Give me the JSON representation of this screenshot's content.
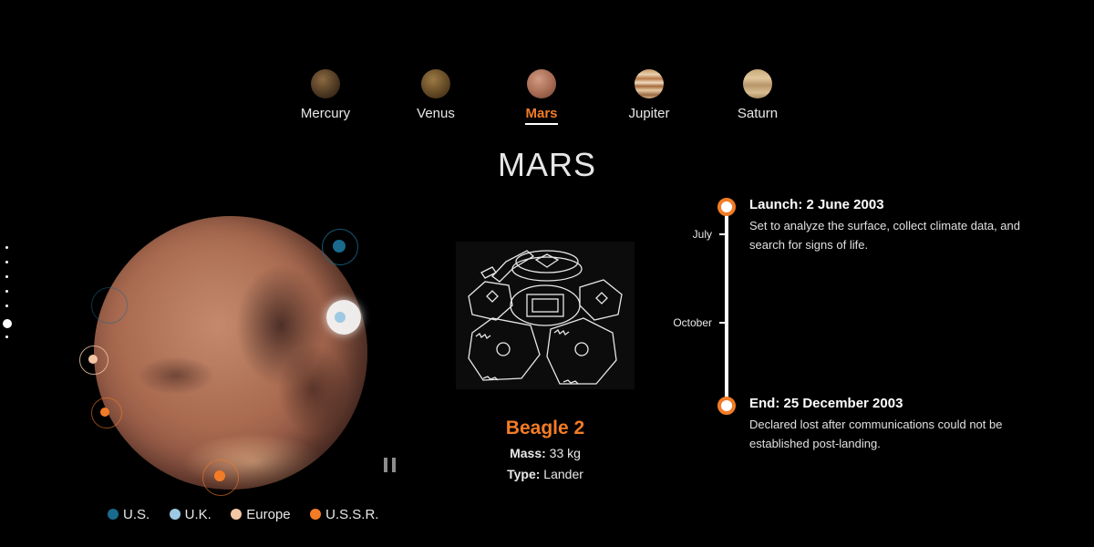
{
  "planet_nav": [
    {
      "label": "Mercury",
      "active": false
    },
    {
      "label": "Venus",
      "active": false
    },
    {
      "label": "Mars",
      "active": true
    },
    {
      "label": "Jupiter",
      "active": false
    },
    {
      "label": "Saturn",
      "active": false
    }
  ],
  "page_title": "MARS",
  "colors": {
    "accent": "#f27c26",
    "us": "#1a6a8e",
    "uk": "#9dc9e5",
    "europe": "#f3c7a5",
    "ussr": "#f27c26"
  },
  "legend": [
    {
      "label": "U.S.",
      "color": "#1a6a8e"
    },
    {
      "label": "U.K.",
      "color": "#9dc9e5"
    },
    {
      "label": "Europe",
      "color": "#f3c7a5"
    },
    {
      "label": "U.S.S.R.",
      "color": "#f27c26"
    }
  ],
  "spacecraft": {
    "name": "Beagle 2",
    "mass_label": "Mass:",
    "mass_value": "33 kg",
    "type_label": "Type:",
    "type_value": "Lander",
    "image_icon": "lander-diagram"
  },
  "timeline": {
    "start": {
      "title": "Launch: 2 June 2003",
      "description": "Set to analyze the surface, collect climate data, and search for signs of life."
    },
    "ticks": [
      "July",
      "October"
    ],
    "end": {
      "title": "End: 25 December 2003",
      "description": "Declared lost after communications could not be established post-landing."
    }
  },
  "controls": {
    "pause_icon": "pause-icon"
  }
}
